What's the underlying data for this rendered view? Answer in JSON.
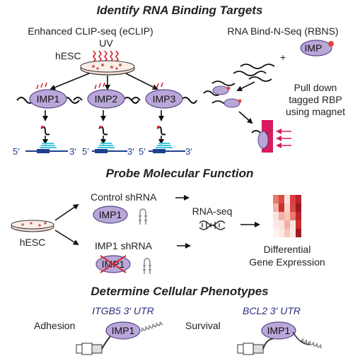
{
  "sections": {
    "s1": "Identify RNA Binding Targets",
    "s2": "Probe Molecular Function",
    "s3": "Determine Cellular Phenotypes"
  },
  "eclip": {
    "title": "Enhanced CLIP-seq (eCLIP)",
    "uv": "UV",
    "cell": "hESC",
    "proteins": [
      "IMP1",
      "IMP2",
      "IMP3"
    ],
    "five": "5′",
    "three": "3′"
  },
  "rbns": {
    "title": "RNA Bind-N-Seq (RBNS)",
    "protein": "IMP",
    "plus": "+",
    "pull_lines": [
      "Pull down",
      "tagged RBP",
      "using magnet"
    ]
  },
  "function": {
    "cell": "hESC",
    "control": "Control shRNA",
    "knockdown": "IMP1 shRNA",
    "protein": "IMP1",
    "rnaseq": "RNA-seq",
    "result_lines": [
      "Differential",
      "Gene Expression"
    ]
  },
  "phenotypes": {
    "adhesion": {
      "label": "Adhesion",
      "utr": "ITGB5 3′ UTR",
      "protein": "IMP1",
      "tail": "AAAAAA"
    },
    "survival": {
      "label": "Survival",
      "utr": "BCL2 3′ UTR",
      "protein": "IMP1",
      "tail": "AAAAAA"
    }
  },
  "colors": {
    "protein_fill": "#b9a7d9",
    "protein_stroke": "#5b4a8a",
    "uv_red": "#d8202a",
    "strand_blue": "#1f3f8f",
    "read_cyan": "#3fc6dc",
    "magnet_pink": "#d81b60",
    "knockdown_red": "#d62828",
    "dish_fill": "#f3d9d2"
  }
}
